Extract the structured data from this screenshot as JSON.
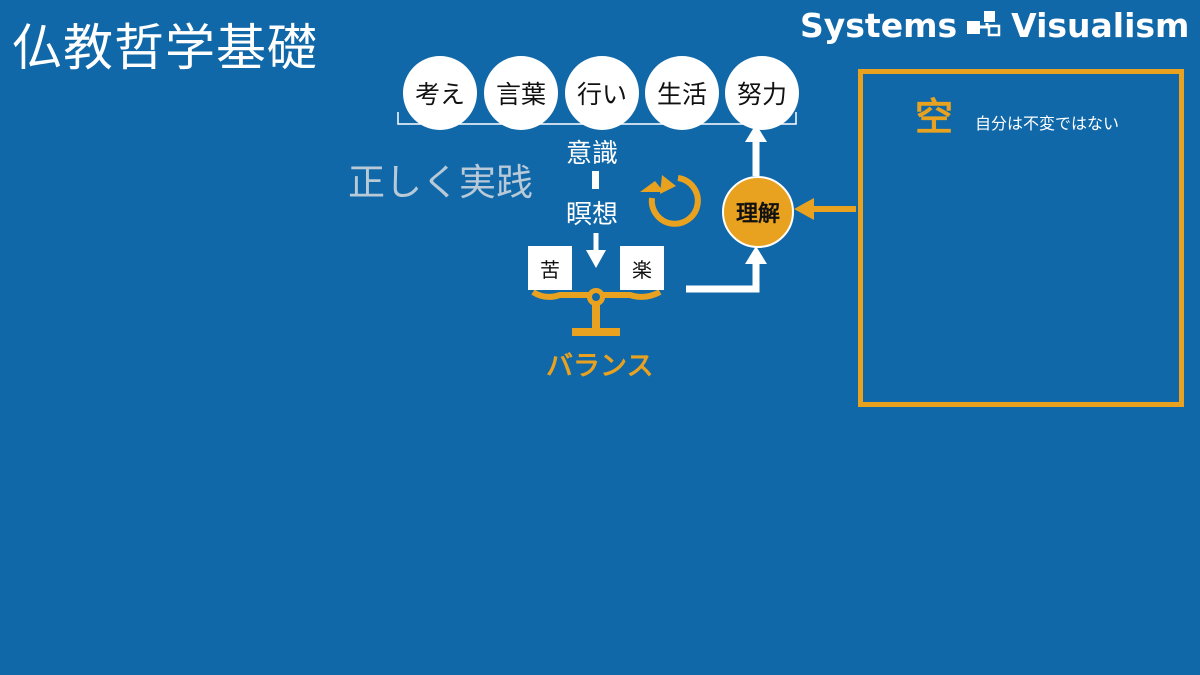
{
  "slide": {
    "title": "仏教哲学基礎",
    "brand": {
      "left": "Systems",
      "right": "Visualism",
      "logo_icon": "systems-visualism-logo-icon"
    }
  },
  "practices": [
    "考え",
    "言葉",
    "行い",
    "生活",
    "努力"
  ],
  "center": {
    "practice_label": "正しく実践",
    "awareness": "意識",
    "meditation": "瞑想",
    "suffering": "苦",
    "pleasure": "楽",
    "balance": "バランス",
    "understanding": "理解"
  },
  "emptiness": {
    "title": "空",
    "description": "自分は不変ではない"
  },
  "colors": {
    "background": "#1068a8",
    "accent": "#e9a21f",
    "white": "#ffffff",
    "muted_text": "#b8c9d8"
  }
}
